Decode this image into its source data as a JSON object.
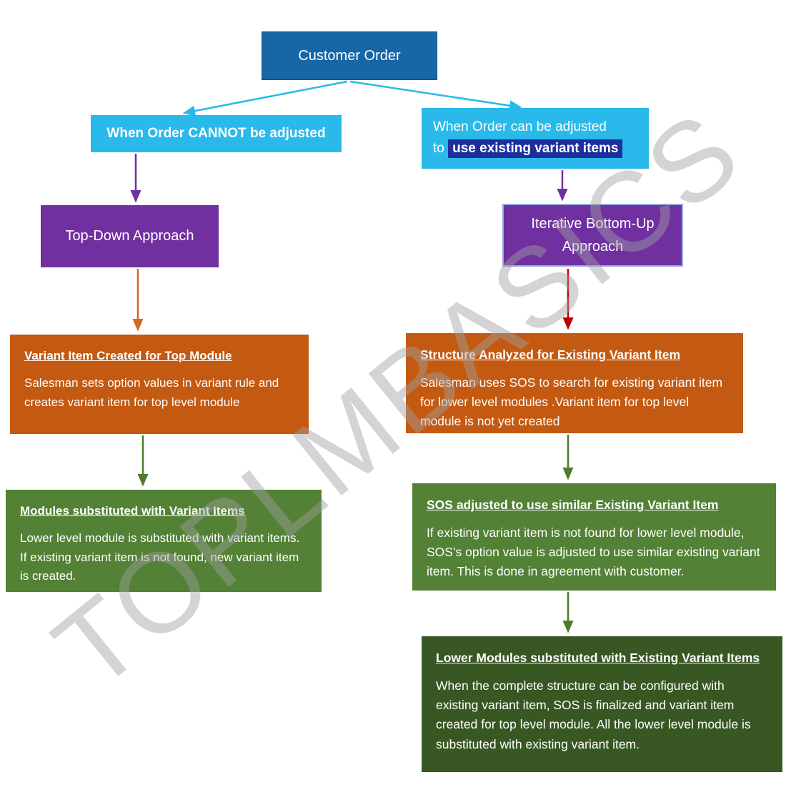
{
  "watermark": "TOPLMBASICS",
  "customer_order": {
    "label": "Customer Order"
  },
  "left": {
    "condition": "When Order CANNOT be adjusted",
    "approach": "Top-Down Approach",
    "step1": {
      "title": "Variant Item Created for Top Module",
      "body": "Salesman sets option values in variant rule and creates variant item for top level module"
    },
    "step2": {
      "title": "Modules substituted with Variant Items",
      "body": "Lower level module is substituted with variant items. If existing variant item is not found, new variant item is created."
    }
  },
  "right": {
    "condition_line1": "When Order can be adjusted",
    "condition_line2_prefix": "to ",
    "condition_highlight": "use existing variant items",
    "approach": "Iterative Bottom-Up Approach",
    "step1": {
      "title": "Structure Analyzed for Existing Variant Item",
      "body": "Salesman uses SOS to search for existing variant item for lower level modules .Variant item for top level module is not yet created"
    },
    "step2": {
      "title": "SOS adjusted to use similar Existing Variant Item",
      "body": "If existing variant item is not found for lower level module, SOS’s option value is adjusted to use similar existing variant item. This is done in agreement with customer."
    },
    "step3": {
      "title": "Lower Modules substituted with Existing Variant Items",
      "body": "When the complete structure can be configured with existing variant item, SOS is finalized and variant item created for top level module. All the lower level module is substituted with existing variant item."
    }
  },
  "colors": {
    "dark-blue": "#1766A6",
    "cyan": "#29B9EA",
    "navy": "#1D2F9E",
    "purple": "#7030A0",
    "orange": "#C45911",
    "green": "#538135",
    "dark-green": "#385723",
    "red": "#C00000",
    "arrow-orange": "#D2691E",
    "arrow-green": "#4E7A2B"
  }
}
